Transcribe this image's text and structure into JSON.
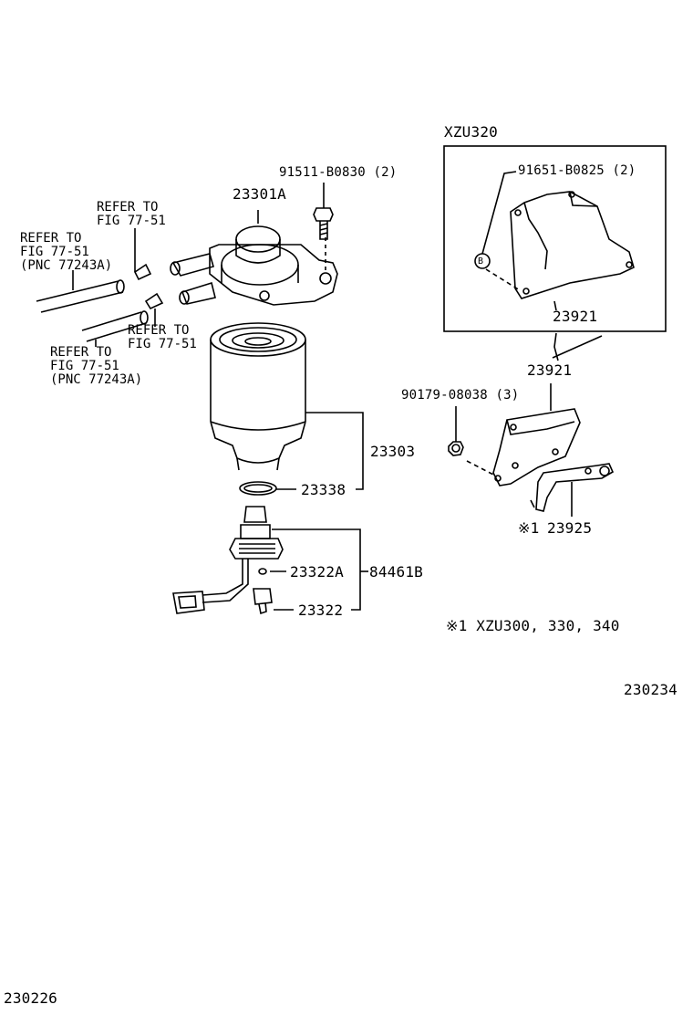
{
  "inset": {
    "title": "XZU320",
    "bolt_label": "91651-B0825 (2)",
    "bolt_marker": "B",
    "bracket_label": "23921"
  },
  "parts": {
    "filter_head": "23301A",
    "head_bolt": "91511-B0830 (2)",
    "filter_element": "23303",
    "o_ring": "23338",
    "sensor_plug_part": "23322A",
    "sensor_assy": "84461B",
    "sensor": "23322",
    "bracket": "23921",
    "nut": "90179-08038 (3)",
    "stay": "23925",
    "stay_note_mark": "※1"
  },
  "references": {
    "ref_top_line1": "REFER TO",
    "ref_top_line2": "FIG 77-51",
    "ref_left_line1": "REFER TO",
    "ref_left_line2": "FIG 77-51",
    "ref_left_line3": "(PNC 77243A)",
    "ref_mid_line1": "REFER TO",
    "ref_mid_line2": "FIG 77-51",
    "ref_low_line1": "REFER TO",
    "ref_low_line2": "FIG 77-51",
    "ref_low_line3": "(PNC 77243A)"
  },
  "notes": {
    "note1": "※1 XZU300, 330, 340"
  },
  "codes": {
    "right_code": "230234",
    "bottom_code": "230226"
  }
}
